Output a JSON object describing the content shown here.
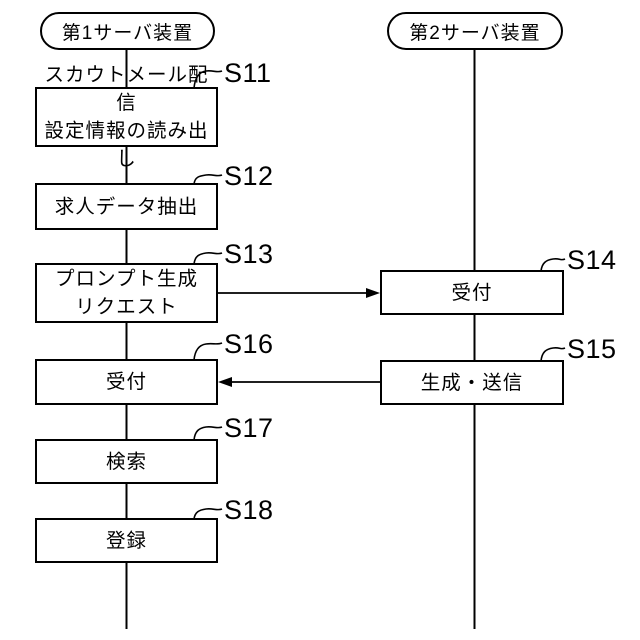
{
  "figure": {
    "background": "#ffffff",
    "line_color": "#000000"
  },
  "actors": [
    {
      "label": "第1サーバ装置"
    },
    {
      "label": "第2サーバ装置"
    }
  ],
  "steps": [
    {
      "ref": "S11",
      "line1": "スカウトメール配信",
      "line2": "設定情報の読み出し"
    },
    {
      "ref": "S12",
      "line1": "求人データ抽出"
    },
    {
      "ref": "S13",
      "line1": "プロンプト生成",
      "line2": "リクエスト"
    },
    {
      "ref": "S14",
      "line1": "受付"
    },
    {
      "ref": "S15",
      "line1": "生成・送信"
    },
    {
      "ref": "S16",
      "line1": "受付"
    },
    {
      "ref": "S17",
      "line1": "検索"
    },
    {
      "ref": "S18",
      "line1": "登録"
    }
  ]
}
